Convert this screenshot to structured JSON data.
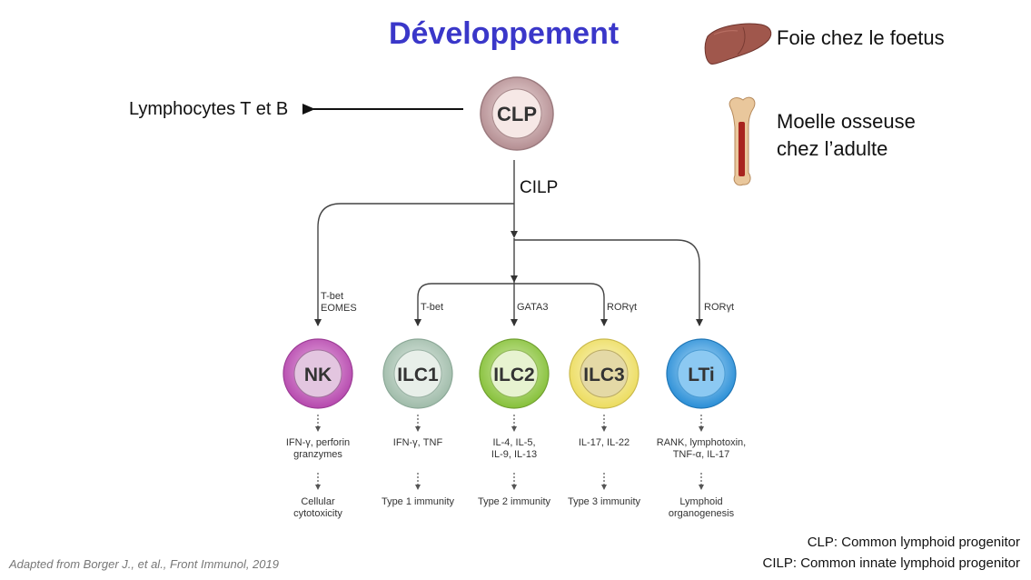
{
  "title": "Développement",
  "legend": {
    "liver_label": "Foie chez le foetus",
    "bone_label_line1": "Moelle osseuse",
    "bone_label_line2": "chez l’adulte"
  },
  "diagram": {
    "root": "CLP",
    "side_branch": "Lymphocytes T et B",
    "intermediate": "CILP",
    "cells": [
      {
        "label": "NK",
        "factor_line1": "T-bet",
        "factor_line2": "EOMES",
        "products_line1": "IFN-γ, perforin",
        "products_line2": "granzymes",
        "function_line1": "Cellular",
        "function_line2": "cytotoxicity"
      },
      {
        "label": "ILC1",
        "factor_line1": "T-bet",
        "factor_line2": "",
        "products_line1": "IFN-γ, TNF",
        "products_line2": "",
        "function_line1": "Type 1 immunity",
        "function_line2": ""
      },
      {
        "label": "ILC2",
        "factor_line1": "GATA3",
        "factor_line2": "",
        "products_line1": "IL-4, IL-5,",
        "products_line2": "IL-9, IL-13",
        "function_line1": "Type 2 immunity",
        "function_line2": ""
      },
      {
        "label": "ILC3",
        "factor_line1": "RORγt",
        "factor_line2": "",
        "products_line1": "IL-17, IL-22",
        "products_line2": "",
        "function_line1": "Type 3 immunity",
        "function_line2": ""
      },
      {
        "label": "LTi",
        "factor_line1": "RORγt",
        "factor_line2": "",
        "products_line1": "RANK, lymphotoxin,",
        "products_line2": "TNF-α, IL-17",
        "function_line1": "Lymphoid",
        "function_line2": "organogenesis"
      }
    ]
  },
  "footnotes": {
    "clp": "CLP: Common lymphoid progenitor",
    "cilp": "CILP: Common innate lymphoid progenitor"
  },
  "citation": "Adapted from Borger J., et al., Front Immunol, 2019",
  "colors": {
    "title": "#3a37c9",
    "clp": "#c9a3a6",
    "nk": "#c45bbd",
    "ilc1": "#b9d1c3",
    "ilc2": "#9fd050",
    "ilc3": "#f6ec8a",
    "lti": "#3d9fe0"
  }
}
